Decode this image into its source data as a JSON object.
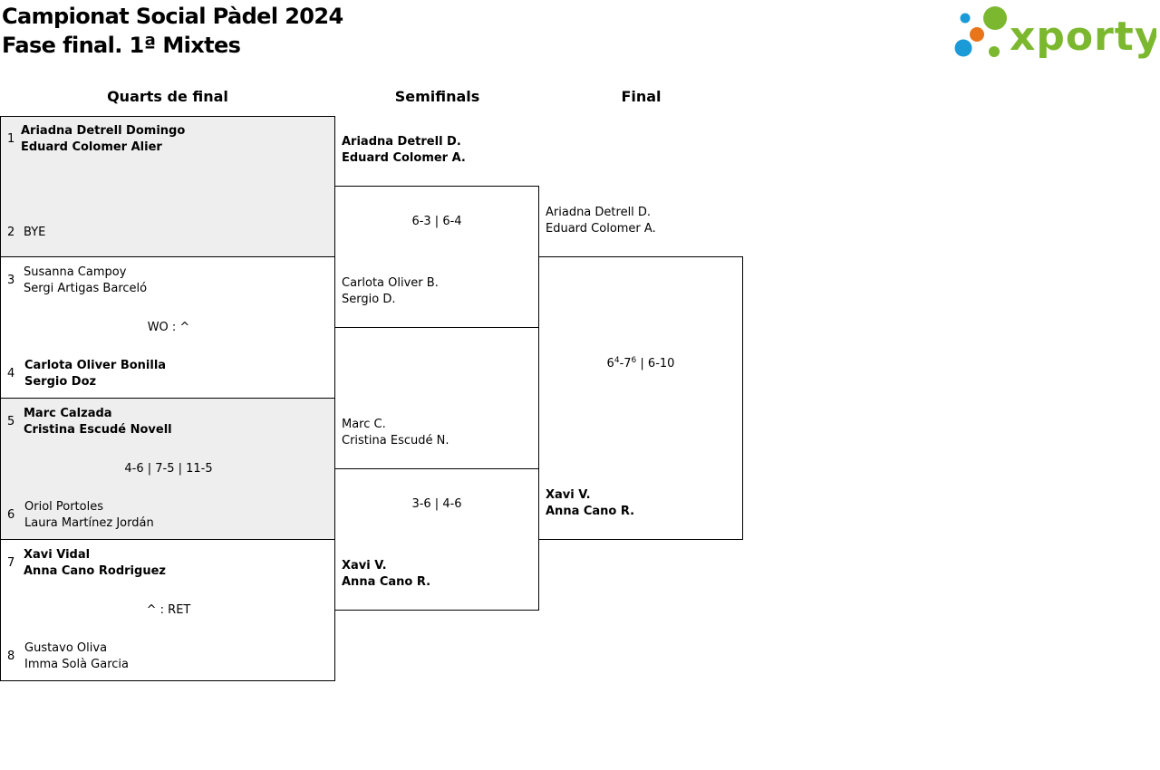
{
  "header": {
    "title_line1": "Campionat Social Pàdel 2024",
    "title_line2": "Fase final. 1ª Mixtes",
    "logo_text": "xporty"
  },
  "columns": {
    "quarters": "Quarts de final",
    "semis": "Semifinals",
    "final": "Final"
  },
  "quarterfinals": [
    {
      "top": {
        "seed": "1",
        "player1": "Ariadna Detrell Domingo",
        "player2": "Eduard Colomer Alier",
        "winner": true
      },
      "bottom": {
        "seed": "2",
        "player1": "BYE",
        "player2": "",
        "winner": false
      },
      "score": ""
    },
    {
      "top": {
        "seed": "3",
        "player1": "Susanna Campoy",
        "player2": "Sergi Artigas Barceló",
        "winner": false
      },
      "bottom": {
        "seed": "4",
        "player1": "Carlota Oliver Bonilla",
        "player2": "Sergio Doz",
        "winner": true
      },
      "score": "WO : ^"
    },
    {
      "top": {
        "seed": "5",
        "player1": "Marc Calzada",
        "player2": "Cristina Escudé Novell",
        "winner": true
      },
      "bottom": {
        "seed": "6",
        "player1": "Oriol Portoles",
        "player2": "Laura Martínez Jordán",
        "winner": false
      },
      "score": "4-6 | 7-5 | 11-5"
    },
    {
      "top": {
        "seed": "7",
        "player1": "Xavi Vidal",
        "player2": "Anna Cano Rodriguez",
        "winner": true
      },
      "bottom": {
        "seed": "8",
        "player1": "Gustavo Oliva",
        "player2": "Imma Solà Garcia",
        "winner": false
      },
      "score": "^ : RET"
    }
  ],
  "semifinals": [
    {
      "top": {
        "player1": "Ariadna Detrell D.",
        "player2": "Eduard Colomer A.",
        "winner": true
      },
      "bottom": {
        "player1": "Carlota Oliver B.",
        "player2": "Sergio D.",
        "winner": false
      },
      "score": "6-3 | 6-4"
    },
    {
      "top": {
        "player1": "Marc C.",
        "player2": "Cristina Escudé N.",
        "winner": false
      },
      "bottom": {
        "player1": "Xavi V.",
        "player2": "Anna Cano R.",
        "winner": true
      },
      "score": "3-6 | 4-6"
    }
  ],
  "final": {
    "top": {
      "player1": "Ariadna Detrell D.",
      "player2": "Eduard Colomer A.",
      "winner": false
    },
    "bottom": {
      "player1": "Xavi V.",
      "player2": "Anna Cano R.",
      "winner": true
    },
    "score_set1_a": "6",
    "score_set1_a_tb": "4",
    "score_set1_sep": "-",
    "score_set1_b": "7",
    "score_set1_b_tb": "6",
    "score_rest": " | 6-10"
  },
  "colors": {
    "shade": "#eeeeee",
    "border": "#000000",
    "logo_green": "#7cb82f",
    "logo_blue": "#1a9ad6",
    "logo_orange": "#e8751a"
  }
}
